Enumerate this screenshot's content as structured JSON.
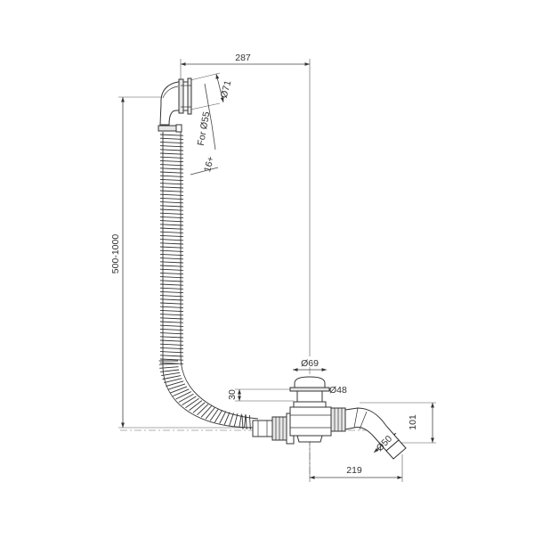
{
  "drawing": {
    "dimensions": {
      "top_width": "287",
      "overflow_outer_diameter": "Ø71",
      "overflow_hole": "For Ø55",
      "overflow_thickness": "16+",
      "height_range": "500-1000",
      "plug_outer_diameter": "Ø69",
      "plug_inner_diameter": "Ø48",
      "plug_height": "30",
      "waste_height": "101",
      "outlet_diameter": "Ø50",
      "bottom_width": "219"
    },
    "colors": {
      "line": "#333333",
      "fill_grey": "#e6e6e6"
    }
  }
}
